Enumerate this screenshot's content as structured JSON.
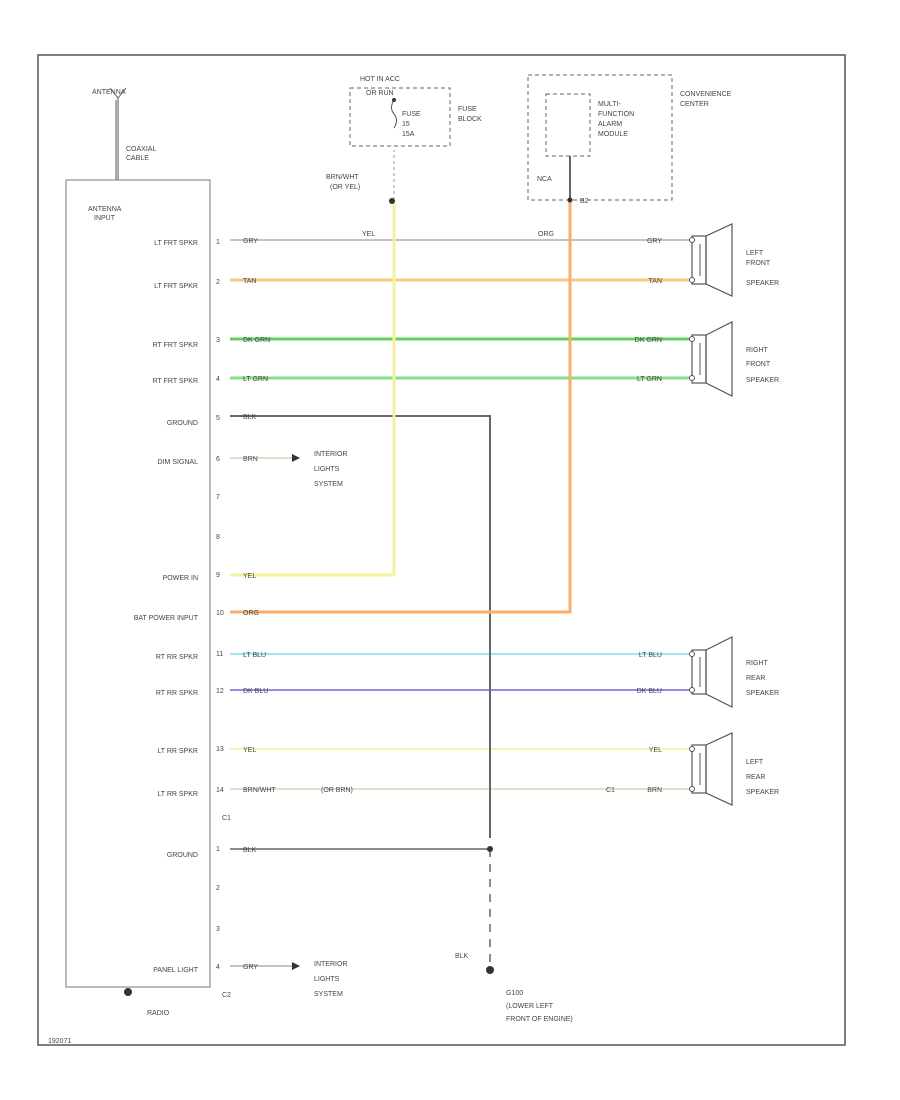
{
  "antenna": {
    "label": "ANTENNA",
    "cable_label_1": "COAXIAL",
    "cable_label_2": "CABLE"
  },
  "radio": {
    "input_label_1": "ANTENNA",
    "input_label_2": "INPUT",
    "name": "RADIO",
    "connector_c1": "C1",
    "connector_c2": "C2"
  },
  "pins": [
    {
      "label": "LT FRT SPKR",
      "pin": "1",
      "wire": "GRY"
    },
    {
      "label": "LT FRT SPKR",
      "pin": "2",
      "wire": "TAN"
    },
    {
      "label": "RT FRT SPKR",
      "pin": "3",
      "wire": "DK GRN"
    },
    {
      "label": "RT FRT SPKR",
      "pin": "4",
      "wire": "LT GRN"
    },
    {
      "label": "GROUND",
      "pin": "5",
      "wire": "BLK"
    },
    {
      "label": "DIM SIGNAL",
      "pin": "6",
      "wire": "BRN"
    },
    {
      "label": "",
      "pin": "7",
      "wire": ""
    },
    {
      "label": "",
      "pin": "8",
      "wire": ""
    },
    {
      "label": "POWER IN",
      "pin": "9",
      "wire": "YEL"
    },
    {
      "label": "BAT POWER INPUT",
      "pin": "10",
      "wire": "ORG"
    },
    {
      "label": "RT RR SPKR",
      "pin": "11",
      "wire": "LT BLU"
    },
    {
      "label": "RT RR SPKR",
      "pin": "12",
      "wire": "DK BLU"
    },
    {
      "label": "LT RR SPKR",
      "pin": "13",
      "wire": "YEL"
    },
    {
      "label": "LT RR SPKR",
      "pin": "14",
      "wire": "BRN/WHT"
    },
    {
      "label": "GROUND",
      "pin": "1",
      "wire": "BLK"
    },
    {
      "label": "",
      "pin": "2",
      "wire": ""
    },
    {
      "label": "",
      "pin": "3",
      "wire": ""
    },
    {
      "label": "PANEL LIGHT",
      "pin": "4",
      "wire": "GRY"
    }
  ],
  "fuse_block": {
    "title_1": "HOT IN ACC",
    "title_2": "OR RUN",
    "fuse_1": "FUSE",
    "fuse_2": "15",
    "fuse_3": "15A",
    "name_1": "FUSE",
    "name_2": "BLOCK",
    "wire_1": "BRN/WHT",
    "wire_2": "(OR YEL)"
  },
  "convenience": {
    "title_1": "CONVENIENCE",
    "title_2": "CENTER",
    "module_1": "MULTI-",
    "module_2": "FUNCTION",
    "module_3": "ALARM",
    "module_4": "MODULE",
    "pin_a": "NCA",
    "pin_b": "B2"
  },
  "wire_mid_labels": {
    "yel": "YEL",
    "org": "ORG",
    "brn": "(OR BRN)",
    "c1": "C1"
  },
  "right_wires": [
    "GRY",
    "TAN",
    "DK GRN",
    "LT GRN",
    "LT BLU",
    "DK BLU",
    "YEL",
    "BRN"
  ],
  "speakers": [
    {
      "l1": "LEFT",
      "l2": "FRONT",
      "l3": "SPEAKER"
    },
    {
      "l1": "RIGHT",
      "l2": "FRONT",
      "l3": "SPEAKER"
    },
    {
      "l1": "RIGHT",
      "l2": "REAR",
      "l3": "SPEAKER"
    },
    {
      "l1": "LEFT",
      "l2": "REAR",
      "l3": "SPEAKER"
    }
  ],
  "interior": {
    "l1": "INTERIOR",
    "l2": "LIGHTS",
    "l3": "SYSTEM"
  },
  "ground": {
    "wire": "BLK",
    "name": "G100",
    "loc_1": "(LOWER LEFT",
    "loc_2": "FRONT OF ENGINE)"
  },
  "figure_id": "192071",
  "colors": {
    "gry": "#c4c4c4",
    "tan": "#f5c880",
    "dkgrn": "#5cd05c",
    "ltgrn": "#86e086",
    "blk": "#666666",
    "yel": "#f6f29a",
    "org": "#f6b06a",
    "ltblu": "#9ae8ee",
    "dkblu": "#8e8ee8",
    "yel2": "#f6f2b0",
    "brn": "#e6ddc6"
  }
}
